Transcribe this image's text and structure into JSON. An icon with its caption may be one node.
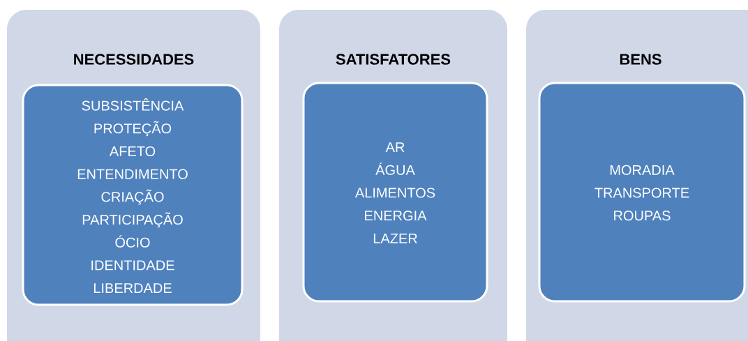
{
  "diagram": {
    "nodes": [
      {
        "text": [
          "NECESSIDADES"
        ]
      },
      {
        "text": [
          "SUBSISTÊNCIA",
          "PROTEÇÃO",
          "AFETO",
          "ENTENDIMENTO",
          "CRIAÇÃO",
          "PARTICIPAÇÃO",
          "ÓCIO",
          "IDENTIDADE",
          "LIBERDADE"
        ],
        "in": 0
      },
      {
        "text": [
          "SATISFATORES"
        ]
      },
      {
        "text": [
          "AR",
          "ÁGUA",
          "ALIMENTOS",
          "ENERGIA",
          "LAZER"
        ],
        "in": 2
      },
      {
        "text": [
          "BENS"
        ]
      },
      {
        "text": [
          "MORADIA",
          "TRANSPORTE",
          "ROUPAS"
        ],
        "in": 4
      }
    ]
  }
}
